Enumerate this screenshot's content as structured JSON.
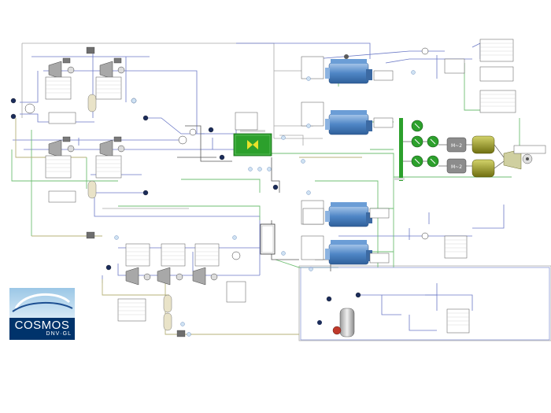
{
  "logo": {
    "title": "COSMOS",
    "subtitle": "DNV·GL"
  },
  "colors": {
    "pipe_blue": "#6b79c6",
    "pipe_green": "#6fbf73",
    "pipe_grey": "#9c9c9c",
    "pipe_olive": "#b7b27a",
    "engine_blue": "#4f86c6",
    "generator_olive": "#9a9a2a",
    "hx_green": "#2ca02c",
    "motor_grey": "#8c8c8c",
    "logo_navy": "#00336b"
  },
  "components": {
    "engines": 4,
    "compressors": 7,
    "motors": 2,
    "generators": 2,
    "symbol_labels": {
      "motor": "M~2"
    }
  }
}
